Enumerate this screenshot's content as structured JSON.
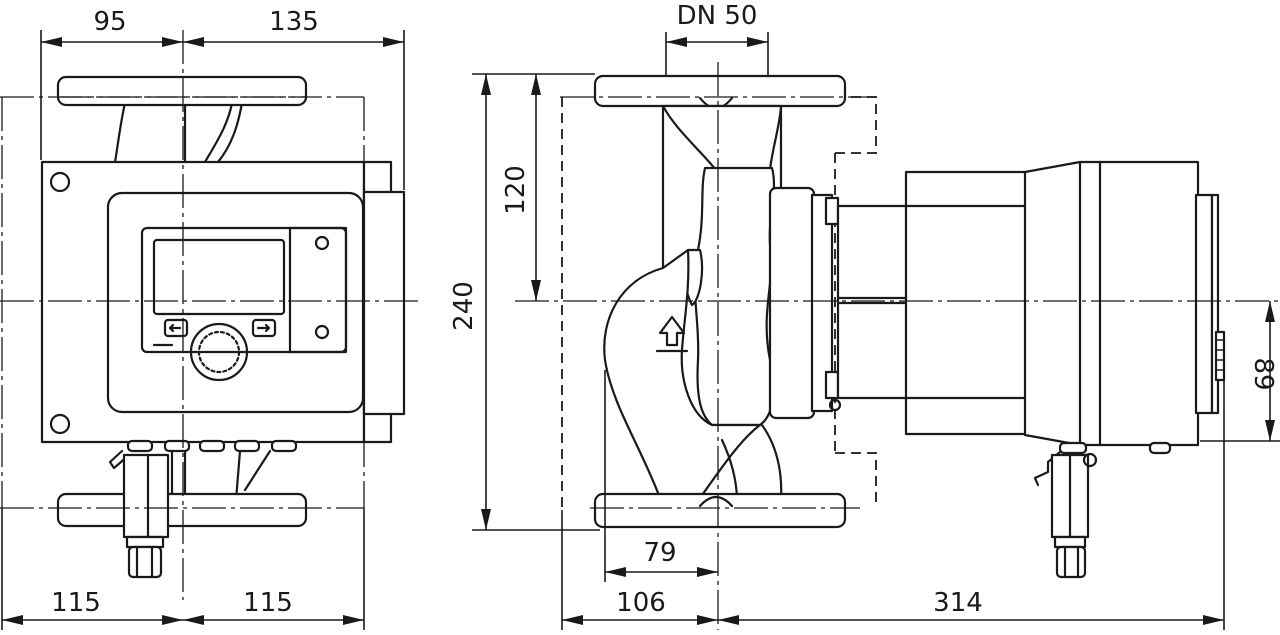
{
  "diagram": {
    "dimensions": {
      "front_left_width": "95",
      "front_right_width": "135",
      "front_bottom_left": "115",
      "front_bottom_right": "115",
      "nominal_diameter": "DN 50",
      "total_height": "240",
      "upper_height": "120",
      "inlet_offset": "79",
      "side_left": "106",
      "side_right": "314",
      "motor_offset": "89"
    }
  }
}
